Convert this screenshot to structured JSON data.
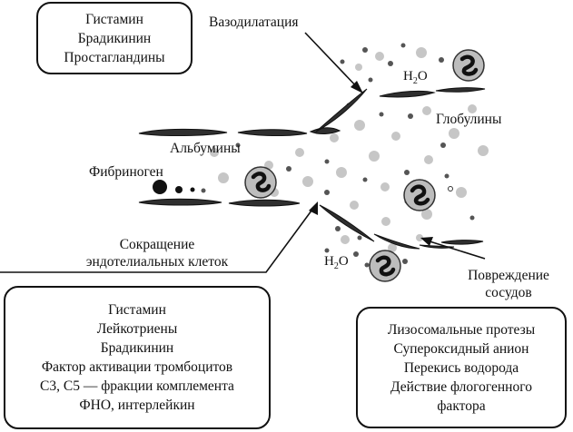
{
  "boxes": {
    "top_left": [
      "Гистамин",
      "Брадикинин",
      "Простагландины"
    ],
    "bottom_left": [
      "Гистамин",
      "Лейкотриены",
      "Брадикинин",
      "Фактор активации тромбоцитов",
      "С3, С5 — фракции комплемента",
      "ФНО, интерлейкин"
    ],
    "bottom_right": [
      "Лизосомальные протезы",
      "Супероксидный анион",
      "Перекись водорода",
      "Действие флогогенного",
      "фактора"
    ]
  },
  "labels": {
    "vasodilation": "Вазодилатация",
    "globulins": "Глобулины",
    "albumins": "Альбумины",
    "fibrinogen": "Фибриноген",
    "contraction": [
      "Сокращение",
      "эндотелиальных клеток"
    ],
    "damage": [
      "Повреждение",
      "сосудов"
    ]
  },
  "water": {
    "symbol": "H",
    "subscript": "2",
    "suffix": "O"
  },
  "colors": {
    "line": "#111111",
    "vessel": "#2b2b2b",
    "dot_dark": "#555555",
    "dot_light": "#c4c4c4"
  }
}
